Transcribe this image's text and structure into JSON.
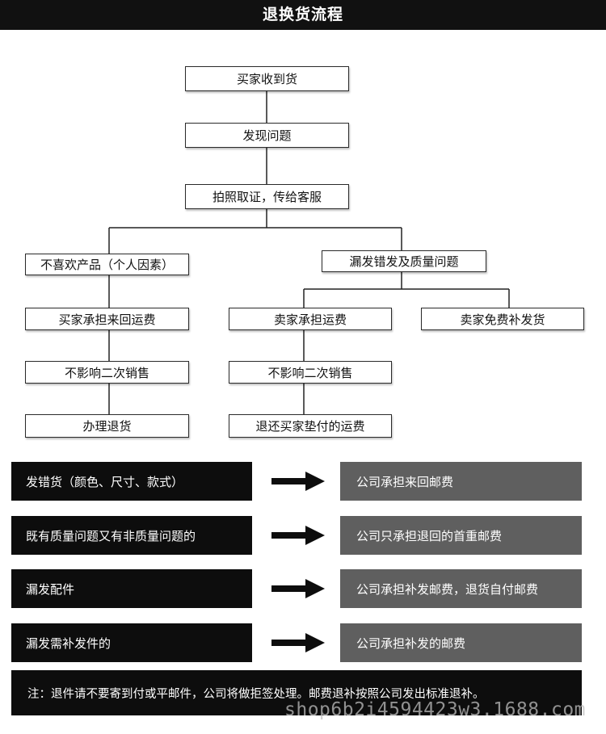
{
  "title": "退换货流程",
  "flow": {
    "step1": "买家收到货",
    "step2": "发现问题",
    "step3": "拍照取证，传给客服",
    "left_branch": {
      "head": "不喜欢产品（个人因素）",
      "steps": [
        "买家承担来回运费",
        "不影响二次销售",
        "办理退货"
      ]
    },
    "right_branch": {
      "head": "漏发错发及质量问题",
      "sub_left": [
        "卖家承担运费",
        "不影响二次销售",
        "退还买家垫付的运费"
      ],
      "sub_right": "卖家免费补发货"
    }
  },
  "rules": [
    {
      "condition": "发错货（颜色、尺寸、款式）",
      "policy": "公司承担来回邮费"
    },
    {
      "condition": "既有质量问题又有非质量问题的",
      "policy": "公司只承担退回的首重邮费"
    },
    {
      "condition": "漏发配件",
      "policy": "公司承担补发邮费，退货自付邮费"
    },
    {
      "condition": "漏发需补发件的",
      "policy": "公司承担补发的邮费"
    }
  ],
  "note": "注：退件请不要寄到付或平邮件，公司将做拒签处理。邮费退补按照公司发出标准退补。",
  "watermark": "shop6b2i4594423w3.1688.com",
  "colors": {
    "title_bg": "#111111",
    "condition_bg": "#0d0d0d",
    "policy_bg": "#5f5f5f",
    "arrow": "#0d0d0d"
  }
}
